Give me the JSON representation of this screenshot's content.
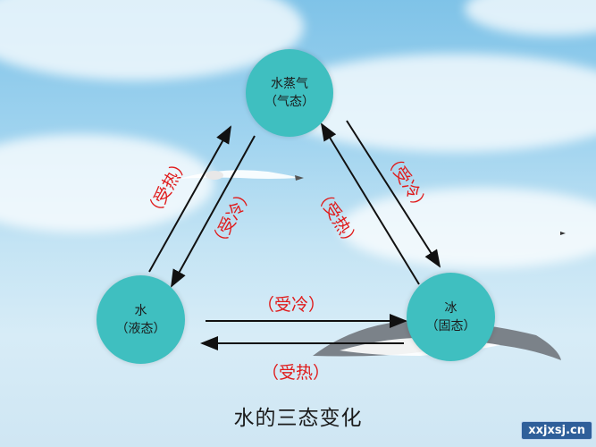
{
  "title": "水的三态变化",
  "nodes": {
    "vapor": {
      "line1": "水蒸气",
      "line2": "（气态）"
    },
    "water": {
      "line1": "水",
      "line2": "（液态）"
    },
    "ice": {
      "line1": "冰",
      "line2": "（固态）"
    }
  },
  "edges": {
    "water_to_vapor": "（受热）",
    "vapor_to_water": "（受冷）",
    "ice_to_vapor": "（受热）",
    "vapor_to_ice": "（受冷）",
    "water_to_ice": "（受冷）",
    "ice_to_water": "（受热）"
  },
  "watermark": "xxjxsj.cn",
  "colors": {
    "node_fill": "#3fbfc0",
    "label_red": "#e01a1a",
    "arrow": "#111111"
  }
}
